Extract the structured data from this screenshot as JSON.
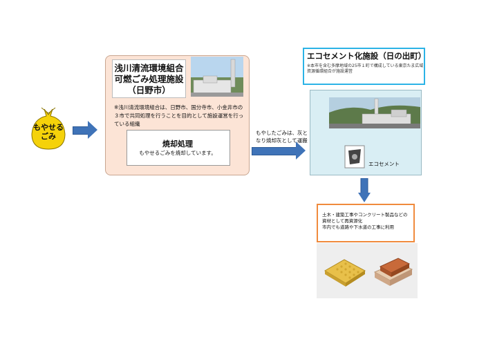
{
  "bag": {
    "label": "もやせる\nごみ"
  },
  "facility": {
    "title_lines": [
      "浅川清流環境組合",
      "可燃ごみ処理施設",
      "（日野市）"
    ],
    "note": "※浅川清流環境組合は、日野市、国分寺市、小金井市の３市で共同処理を行うことを目的として施設運営を行っている組織",
    "incinerate_title": "焼却処理",
    "incinerate_desc": "もやせるごみを焼却しています。"
  },
  "transport_note": "もやしたごみは、灰となり焼却灰として運搬",
  "eco": {
    "title": "エコセメント化施設（日の出町）",
    "sub": "※本市を含む多摩地域の25市１町で構成している東京たま広域資源循環組合が施設運営",
    "cement_label": "エコセメント"
  },
  "usage": {
    "lines": [
      "土木・建築工事やコンクリート製品などの",
      "資材として再資源化",
      "市内でも道路や下水道の工事に利用"
    ]
  }
}
